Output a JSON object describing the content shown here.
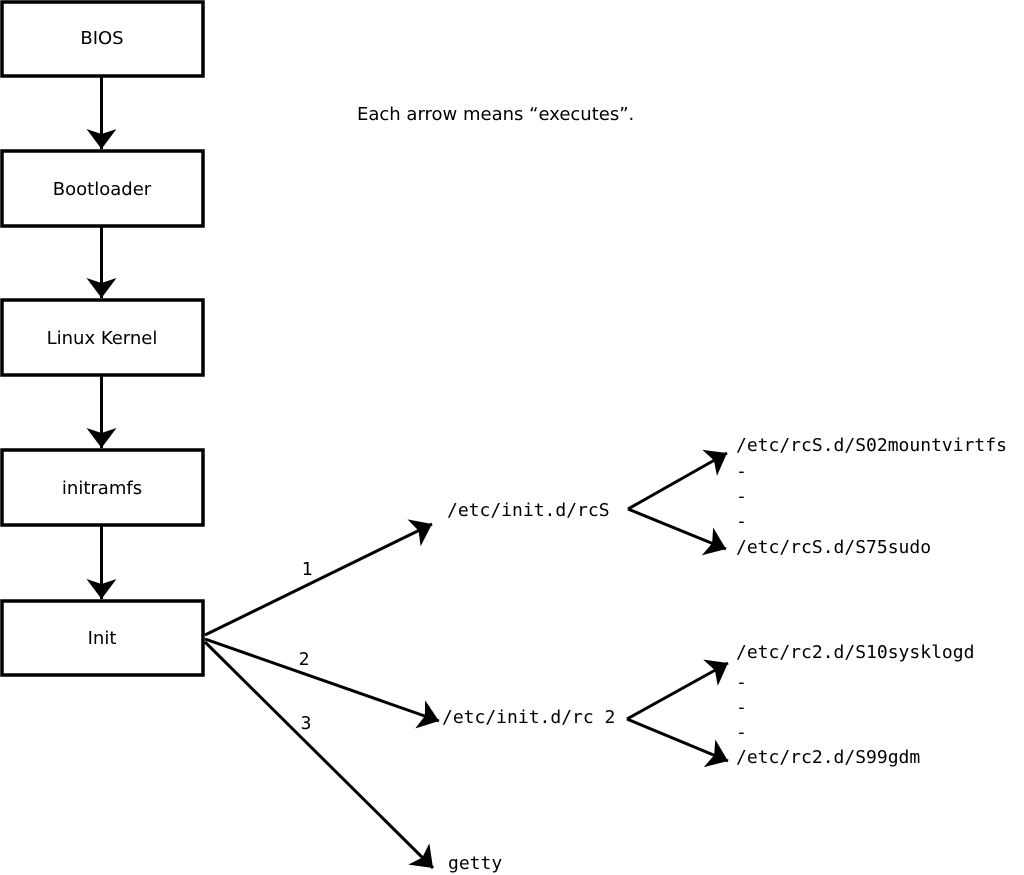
{
  "title": "Each arrow means “executes”.",
  "colors": {
    "line": "#000000",
    "text": "#000000",
    "box_fill": "#ffffff",
    "background": "#ffffff"
  },
  "boot_chain": [
    {
      "label": "BIOS"
    },
    {
      "label": "Bootloader"
    },
    {
      "label": "Linux Kernel"
    },
    {
      "label": "initramfs"
    },
    {
      "label": "Init"
    }
  ],
  "init_targets": [
    {
      "order": "1",
      "label": "/etc/init.d/rcS"
    },
    {
      "order": "2",
      "label": "/etc/init.d/rc 2"
    },
    {
      "order": "3",
      "label": "getty"
    }
  ],
  "rcs_scripts": {
    "first": "/etc/rcS.d/S02mountvirtfs",
    "ellipsis1": "-",
    "ellipsis2": "-",
    "ellipsis3": "-",
    "last": "/etc/rcS.d/S75sudo"
  },
  "rc2_scripts": {
    "first": "/etc/rc2.d/S10sysklogd",
    "ellipsis1": "-",
    "ellipsis2": "-",
    "ellipsis3": "-",
    "last": "/etc/rc2.d/S99gdm"
  }
}
